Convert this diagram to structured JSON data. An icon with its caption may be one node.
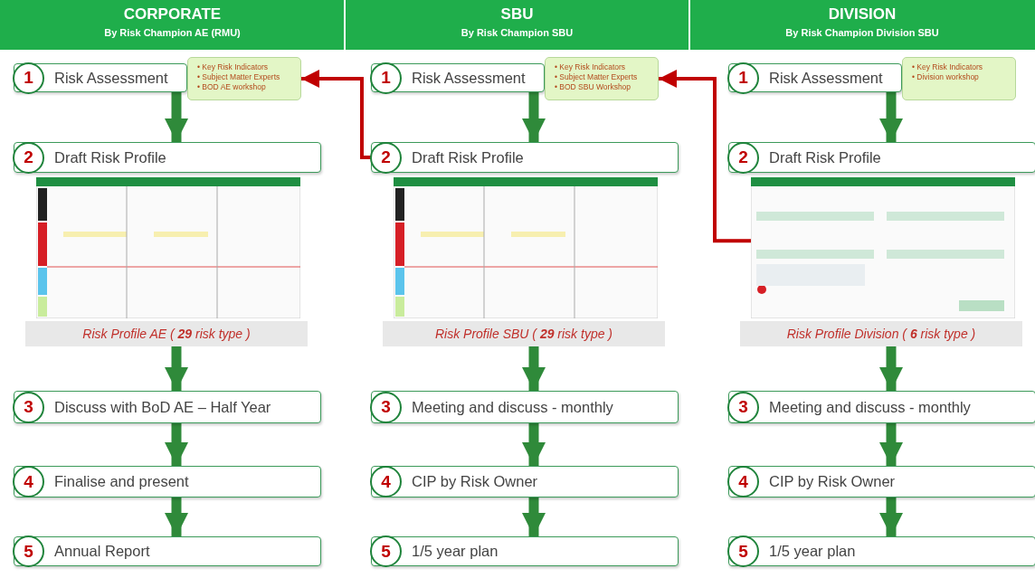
{
  "diagram": {
    "nodes": [
      {
        "text": [
          "CORPORATE",
          "By Risk Champion AE (RMU)"
        ]
      },
      {
        "text": [
          "1",
          "Risk Assessment"
        ]
      },
      {
        "text": [
          "• Key Risk Indicators",
          "• Subject Matter Experts",
          "• BOD AE workshop"
        ]
      },
      {
        "text": [
          "2",
          "Draft Risk Profile"
        ]
      },
      {
        "text": [],
        "shape": "picture"
      },
      {
        "text": [
          "Risk Profile AE ( **29** risk type )"
        ]
      },
      {
        "text": [
          "3",
          "Discuss with BoD AE – Half Year"
        ]
      },
      {
        "text": [
          "4",
          "Finalise and present"
        ]
      },
      {
        "text": [
          "5",
          "Annual Report"
        ]
      },
      {
        "text": [
          "SBU",
          "By Risk Champion SBU"
        ]
      },
      {
        "text": [
          "1",
          "Risk Assessment"
        ]
      },
      {
        "text": [
          "• Key Risk Indicators",
          "• Subject Matter Experts",
          "• BOD SBU Workshop"
        ]
      },
      {
        "text": [
          "2",
          "Draft Risk Profile"
        ]
      },
      {
        "text": [],
        "shape": "picture"
      },
      {
        "text": [
          "Risk Profile SBU ( **29** risk type )"
        ]
      },
      {
        "text": [
          "3",
          "Meeting and discuss - monthly"
        ]
      },
      {
        "text": [
          "4",
          "CIP by Risk Owner"
        ]
      },
      {
        "text": [
          "5",
          "1/5 year plan"
        ]
      },
      {
        "text": [
          "DIVISION",
          "By Risk Champion Division SBU"
        ]
      },
      {
        "text": [
          "1",
          "Risk Assessment"
        ]
      },
      {
        "text": [
          "• Key Risk Indicators",
          "• Division workshop"
        ]
      },
      {
        "text": [
          "2",
          "Draft Risk Profile"
        ]
      },
      {
        "text": [],
        "shape": "picture"
      },
      {
        "text": [
          "Risk Profile Division ( **6** risk type )"
        ]
      },
      {
        "text": [
          "3",
          "Meeting and discuss - monthly"
        ]
      },
      {
        "text": [
          "4",
          "CIP by Risk Owner"
        ]
      },
      {
        "text": [
          "5",
          "1/5 year plan"
        ]
      }
    ],
    "edges": [
      {
        "from": 1,
        "to": 3,
        "arrow": "to"
      },
      {
        "from": 5,
        "to": 6,
        "arrow": "to"
      },
      {
        "from": 6,
        "to": 7,
        "arrow": "to"
      },
      {
        "from": 7,
        "to": 8,
        "arrow": "to"
      },
      {
        "from": 10,
        "to": 12,
        "arrow": "to"
      },
      {
        "from": 14,
        "to": 15,
        "arrow": "to"
      },
      {
        "from": 15,
        "to": 16,
        "arrow": "to"
      },
      {
        "from": 16,
        "to": 17,
        "arrow": "to"
      },
      {
        "from": 19,
        "to": 21,
        "arrow": "to"
      },
      {
        "from": 23,
        "to": 24,
        "arrow": "to"
      },
      {
        "from": 24,
        "to": 25,
        "arrow": "to"
      },
      {
        "from": 25,
        "to": 26,
        "arrow": "to"
      },
      {
        "from": 12,
        "to": 2,
        "arrow": "to",
        "color": "#c00000"
      },
      {
        "from": 22,
        "to": 11,
        "arrow": "to",
        "color": "#c00000"
      }
    ]
  }
}
